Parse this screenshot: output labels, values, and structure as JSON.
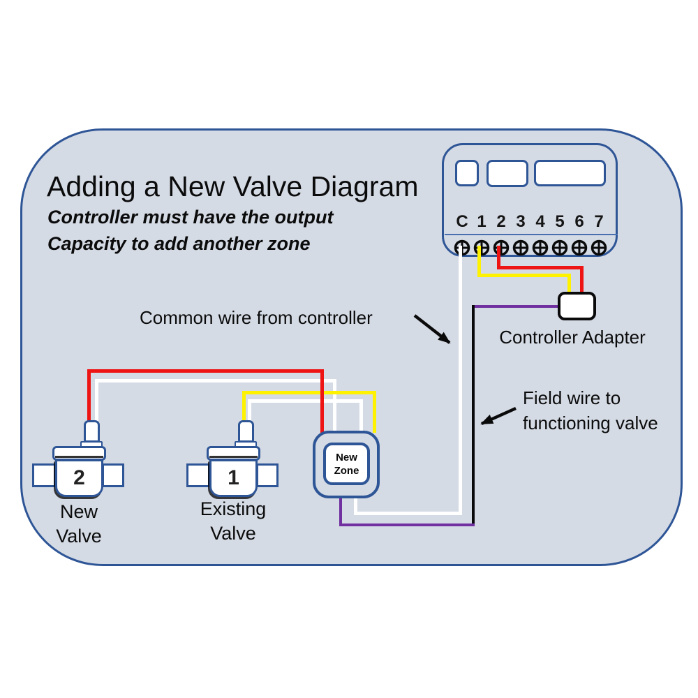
{
  "title": "Adding a New Valve Diagram",
  "subtitle": {
    "line1": "Controller must have the output",
    "line2": "Capacity to add another zone"
  },
  "controller": {
    "terminals": [
      "C",
      "1",
      "2",
      "3",
      "4",
      "5",
      "6",
      "7"
    ]
  },
  "labels": {
    "common_wire": "Common wire from controller",
    "controller_adapter": "Controller Adapter",
    "field_wire_line1": "Field wire to",
    "field_wire_line2": "functioning valve"
  },
  "valves": {
    "new": {
      "number": "2",
      "label_line1": "New",
      "label_line2": "Valve"
    },
    "existing": {
      "number": "1",
      "label_line1": "Existing",
      "label_line2": "Valve"
    }
  },
  "new_zone": {
    "line1": "New",
    "line2": "Zone"
  },
  "colors": {
    "panel_fill": "#d5dbe5",
    "outline_blue": "#2e5596",
    "wire_red": "#ee1414",
    "wire_yellow": "#fef200",
    "wire_white": "#ffffff",
    "wire_purple": "#7030a0",
    "wire_black": "#0a0a0a"
  }
}
